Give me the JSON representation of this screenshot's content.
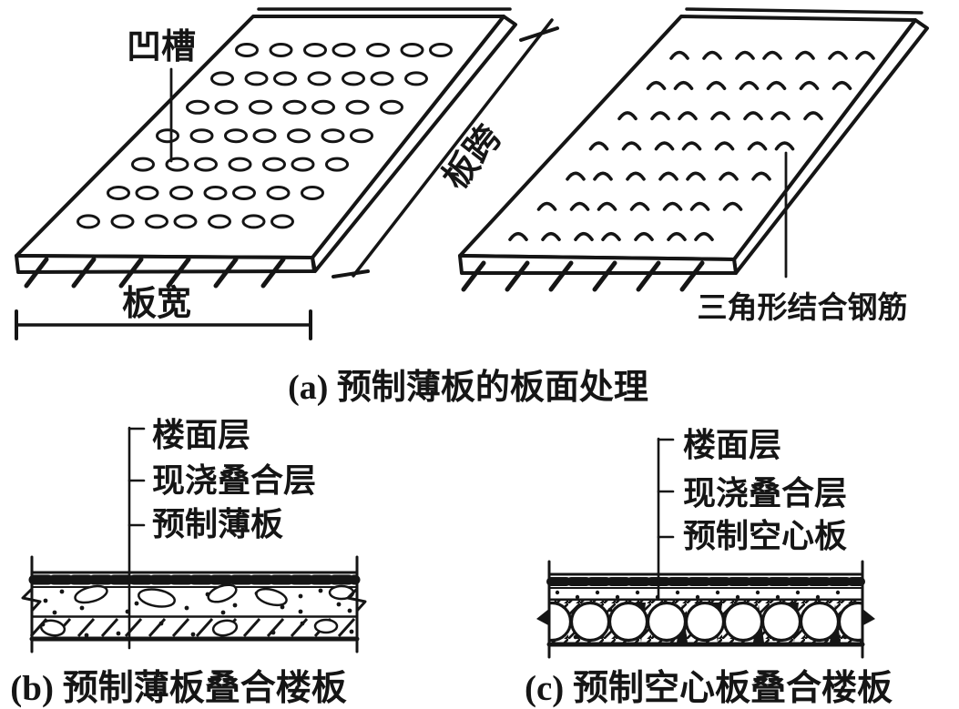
{
  "colors": {
    "background": "#ffffff",
    "ink": "#151515"
  },
  "panel_a": {
    "caption": "(a) 预制薄板的板面处理",
    "groove_label": "凹槽",
    "slab_width_label": "板宽",
    "slab_span_label": "板跨",
    "rebar_label": "三角形结合钢筋"
  },
  "panel_b": {
    "caption": "(b) 预制薄板叠合楼板",
    "layer_labels": [
      "楼面层",
      "现浇叠合层",
      "预制薄板"
    ]
  },
  "panel_c": {
    "caption": "(c) 预制空心板叠合楼板",
    "layer_labels": [
      "楼面层",
      "现浇叠合层",
      "预制空心板"
    ]
  }
}
